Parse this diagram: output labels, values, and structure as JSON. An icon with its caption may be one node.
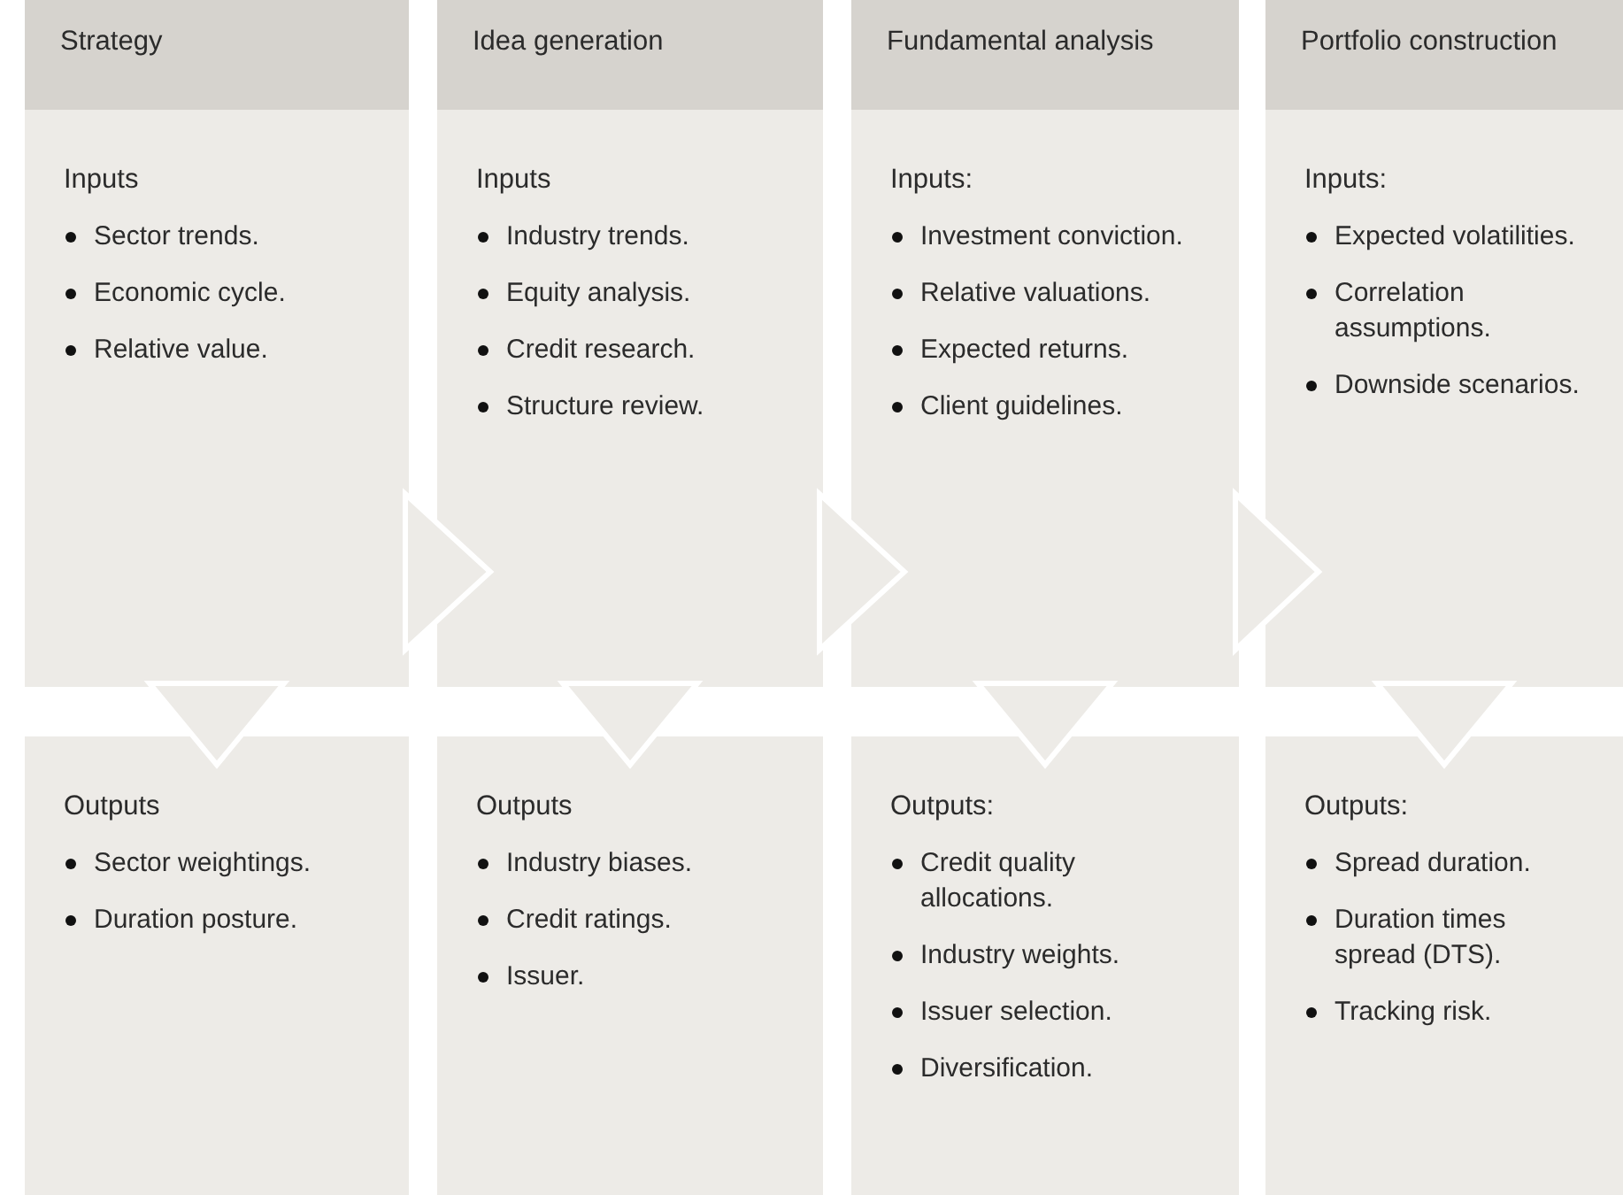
{
  "diagram": {
    "nodes": [
      {
        "text": [
          "Strategy"
        ]
      },
      {
        "text": [
          "Inputs",
          "Sector trends.",
          "Economic cycle.",
          "Relative value."
        ]
      },
      {
        "text": [
          "Outputs",
          "Sector weightings.",
          "Duration posture."
        ]
      },
      {
        "text": [
          "Idea generation"
        ]
      },
      {
        "text": [
          "Inputs",
          "Industry trends.",
          "Equity analysis.",
          "Credit research.",
          "Structure review."
        ]
      },
      {
        "text": [
          "Outputs",
          "Industry biases.",
          "Credit ratings.",
          "Issuer."
        ]
      },
      {
        "text": [
          "Fundamental analysis"
        ]
      },
      {
        "text": [
          "Inputs:",
          "Investment conviction.",
          "Relative valuations.",
          "Expected returns.",
          "Client guidelines."
        ]
      },
      {
        "text": [
          "Outputs:",
          "Credit quality allocations.",
          "Industry weights.",
          "Issuer selection.",
          "Diversification."
        ]
      },
      {
        "text": [
          "Portfolio construction"
        ]
      },
      {
        "text": [
          "Inputs:",
          "Expected volatilities.",
          "Correlation assumptions.",
          "Downside scenarios."
        ]
      },
      {
        "text": [
          "Outputs:",
          "Spread duration.",
          "Duration times spread (DTS).",
          "Tracking risk."
        ]
      }
    ],
    "edges": [
      {
        "from": 1,
        "to": 2,
        "arrow": "to"
      },
      {
        "from": 1,
        "to": 4,
        "arrow": "to"
      },
      {
        "from": 4,
        "to": 5,
        "arrow": "to"
      },
      {
        "from": 4,
        "to": 7,
        "arrow": "to"
      },
      {
        "from": 7,
        "to": 8,
        "arrow": "to"
      },
      {
        "from": 7,
        "to": 10,
        "arrow": "to"
      },
      {
        "from": 10,
        "to": 11,
        "arrow": "to"
      }
    ]
  }
}
